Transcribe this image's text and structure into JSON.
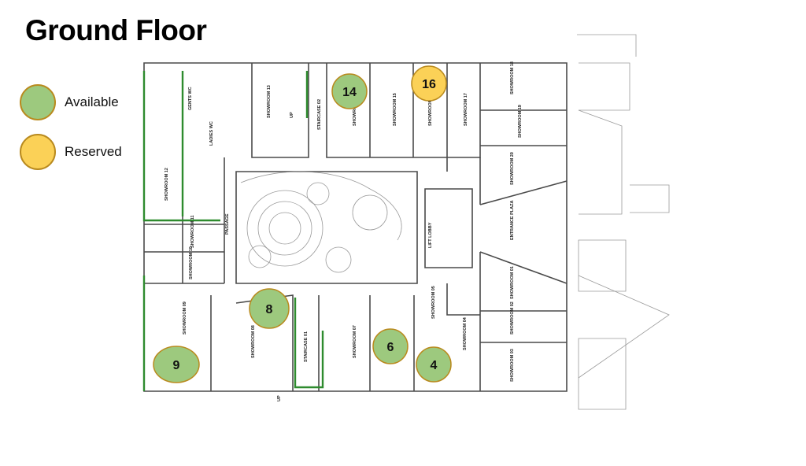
{
  "title": "Ground Floor",
  "colors": {
    "available": "#9dc97e",
    "available_border": "#b98a1e",
    "reserved": "#fbd157",
    "reserved_border": "#b98a1e",
    "wall": "#4a4a4a",
    "green_wall": "#2e8b2e"
  },
  "legend": [
    {
      "status": "available",
      "label": "Available"
    },
    {
      "status": "reserved",
      "label": "Reserved"
    }
  ],
  "rooms": {
    "showroom_13": "SHOWROOM 13",
    "staircase_02": "STAIRCASE 02",
    "showroom_14": "SHOWROOM 14",
    "showroom_15": "SHOWROOM 15",
    "showroom_16": "SHOWROOM 16",
    "showroom_17": "SHOWROOM 17",
    "showroom_18": "SHOWROOM 18",
    "showroom_19": "SHOWROOM 19",
    "showroom_20": "SHOWROOM 20",
    "showroom_12": "SHOWROOM 12",
    "showroom_11": "SHOWROOM 11",
    "showroom_10": "SHOWROOM 10",
    "passage": "PASSAGE",
    "lift_lobby": "LIFT LOBBY",
    "entrance_plaza": "ENTRANCE PLAZA",
    "showroom_09": "SHOWROOM 09",
    "showroom_08": "SHOWROOM 08",
    "staircase_01": "STAIRCASE 01",
    "showroom_07": "SHOWROOM 07",
    "showroom_05": "SHOWROOM 05",
    "showroom_04": "SHOWROOM 04",
    "showroom_01": "SHOWROOM 01",
    "showroom_02": "SHOWROOM 02",
    "showroom_03": "SHOWROOM 03",
    "wc_gents": "GENTS WC",
    "wc_ladies": "LADIES WC",
    "up": "UP"
  },
  "markers": [
    {
      "label": "14",
      "status": "available"
    },
    {
      "label": "16",
      "status": "reserved"
    },
    {
      "label": "8",
      "status": "available"
    },
    {
      "label": "9",
      "status": "available"
    },
    {
      "label": "6",
      "status": "available"
    },
    {
      "label": "4",
      "status": "available"
    }
  ]
}
